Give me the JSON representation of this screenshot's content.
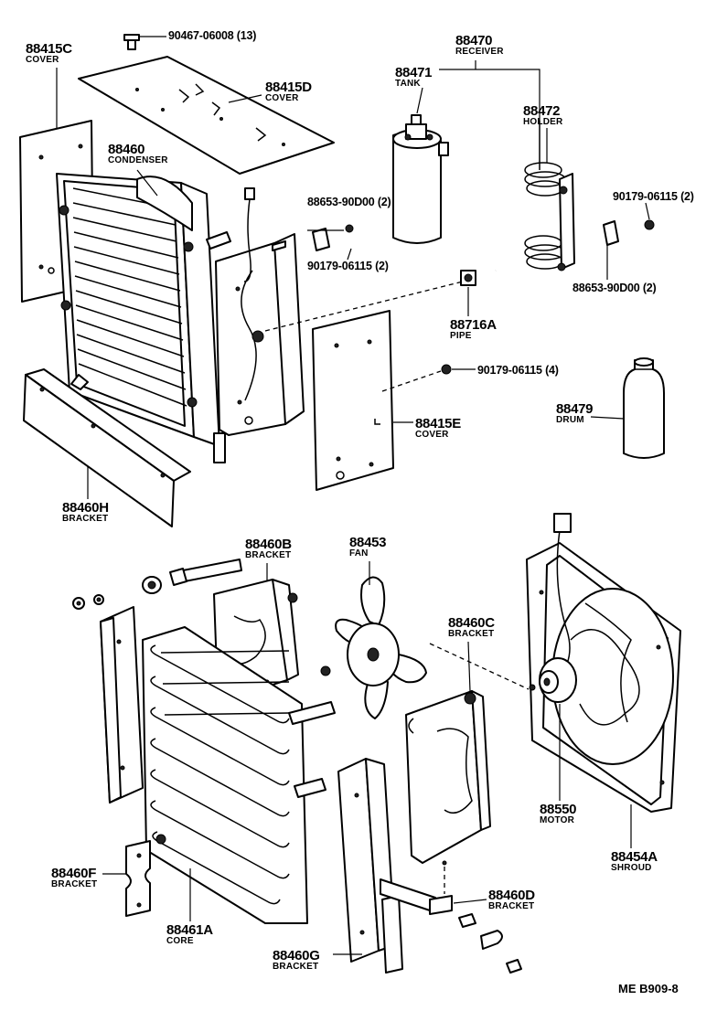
{
  "labels": {
    "l88415C": {
      "number": "88415C",
      "name": "COVER"
    },
    "l88415D": {
      "number": "88415D",
      "name": "COVER"
    },
    "l88460": {
      "number": "88460",
      "name": "CONDENSER"
    },
    "l88470": {
      "number": "88470",
      "name": "RECEIVER"
    },
    "l88471": {
      "number": "88471",
      "name": "TANK"
    },
    "l88472": {
      "number": "88472",
      "name": "HOLDER"
    },
    "l88716A": {
      "number": "88716A",
      "name": "PIPE"
    },
    "l88415E": {
      "number": "88415E",
      "name": "COVER"
    },
    "l88479": {
      "number": "88479",
      "name": "DRUM"
    },
    "l88460H": {
      "number": "88460H",
      "name": "BRACKET"
    },
    "l88460B": {
      "number": "88460B",
      "name": "BRACKET"
    },
    "l88453": {
      "number": "88453",
      "name": "FAN"
    },
    "l88460C": {
      "number": "88460C",
      "name": "BRACKET"
    },
    "l88550": {
      "number": "88550",
      "name": "MOTOR"
    },
    "l88454A": {
      "number": "88454A",
      "name": "SHROUD"
    },
    "l88460F": {
      "number": "88460F",
      "name": "BRACKET"
    },
    "l88460D": {
      "number": "88460D",
      "name": "BRACKET"
    },
    "l88461A": {
      "number": "88461A",
      "name": "CORE"
    },
    "l88460G": {
      "number": "88460G",
      "name": "BRACKET"
    }
  },
  "inline_parts": {
    "p90467": "90467-06008 (13)",
    "p88653a": "88653-90D00 (2)",
    "p90179a": "90179-06115 (2)",
    "p90179b": "90179-06115 (2)",
    "p88653b": "88653-90D00 (2)",
    "p90179c": "90179-06115 (4)"
  },
  "reference_code": "ME  B909-8"
}
